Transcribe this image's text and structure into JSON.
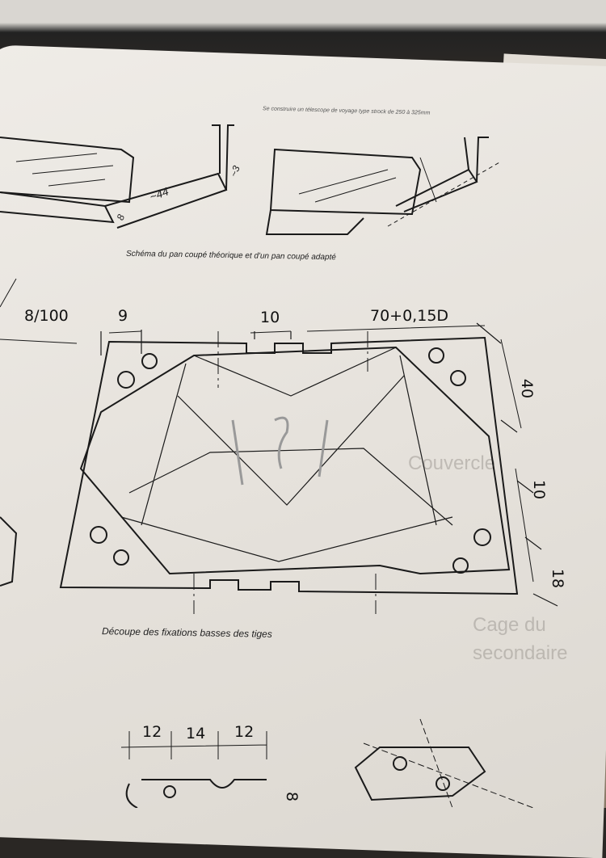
{
  "header": {
    "text": "Se construire un télescope de voyage type strock de 250 à 325mm"
  },
  "figure_top": {
    "caption": "Schéma du pan coupé théorique et d'un pan coupé adapté",
    "dims": [
      "~44",
      "~3",
      "8"
    ]
  },
  "figure_main": {
    "caption": "Découpe des fixations basses des tiges",
    "dims": {
      "left_slope": "8/100",
      "d9": "9",
      "d10_top": "10",
      "d70": "70+0,15D",
      "d40": "40",
      "d10_right": "10",
      "d18": "18"
    },
    "handwritten_mark": "?!"
  },
  "figure_bottom": {
    "dims": [
      "12",
      "14",
      "12",
      "8"
    ]
  },
  "bleed_through": [
    "Couvercle",
    "Cage du",
    "secondaire"
  ]
}
